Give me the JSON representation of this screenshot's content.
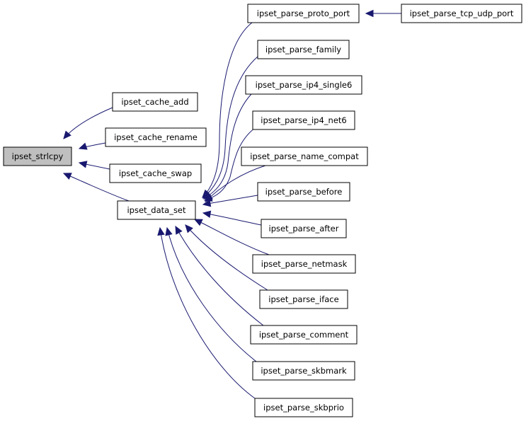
{
  "graph": {
    "edge_color": "#191970",
    "node_fill": "#ffffff",
    "highlight_fill": "#bfbfbf",
    "nodes": [
      {
        "id": "strlcpy",
        "label": "ipset_strlcpy",
        "highlight": true
      },
      {
        "id": "cache_add",
        "label": "ipset_cache_add"
      },
      {
        "id": "cache_rename",
        "label": "ipset_cache_rename"
      },
      {
        "id": "cache_swap",
        "label": "ipset_cache_swap"
      },
      {
        "id": "data_set",
        "label": "ipset_data_set"
      },
      {
        "id": "proto_port",
        "label": "ipset_parse_proto_port"
      },
      {
        "id": "tcp_udp_port",
        "label": "ipset_parse_tcp_udp_port"
      },
      {
        "id": "family",
        "label": "ipset_parse_family"
      },
      {
        "id": "ip4_single6",
        "label": "ipset_parse_ip4_single6"
      },
      {
        "id": "ip4_net6",
        "label": "ipset_parse_ip4_net6"
      },
      {
        "id": "name_compat",
        "label": "ipset_parse_name_compat"
      },
      {
        "id": "before",
        "label": "ipset_parse_before"
      },
      {
        "id": "after",
        "label": "ipset_parse_after"
      },
      {
        "id": "netmask",
        "label": "ipset_parse_netmask"
      },
      {
        "id": "iface",
        "label": "ipset_parse_iface"
      },
      {
        "id": "comment",
        "label": "ipset_parse_comment"
      },
      {
        "id": "skbmark",
        "label": "ipset_parse_skbmark"
      },
      {
        "id": "skbprio",
        "label": "ipset_parse_skbprio"
      }
    ],
    "edges": [
      {
        "from": "cache_add",
        "to": "strlcpy"
      },
      {
        "from": "cache_rename",
        "to": "strlcpy"
      },
      {
        "from": "cache_swap",
        "to": "strlcpy"
      },
      {
        "from": "data_set",
        "to": "strlcpy"
      },
      {
        "from": "tcp_udp_port",
        "to": "proto_port"
      },
      {
        "from": "proto_port",
        "to": "data_set"
      },
      {
        "from": "family",
        "to": "data_set"
      },
      {
        "from": "ip4_single6",
        "to": "data_set"
      },
      {
        "from": "ip4_net6",
        "to": "data_set"
      },
      {
        "from": "name_compat",
        "to": "data_set"
      },
      {
        "from": "before",
        "to": "data_set"
      },
      {
        "from": "after",
        "to": "data_set"
      },
      {
        "from": "netmask",
        "to": "data_set"
      },
      {
        "from": "iface",
        "to": "data_set"
      },
      {
        "from": "comment",
        "to": "data_set"
      },
      {
        "from": "skbmark",
        "to": "data_set"
      },
      {
        "from": "skbprio",
        "to": "data_set"
      }
    ]
  }
}
